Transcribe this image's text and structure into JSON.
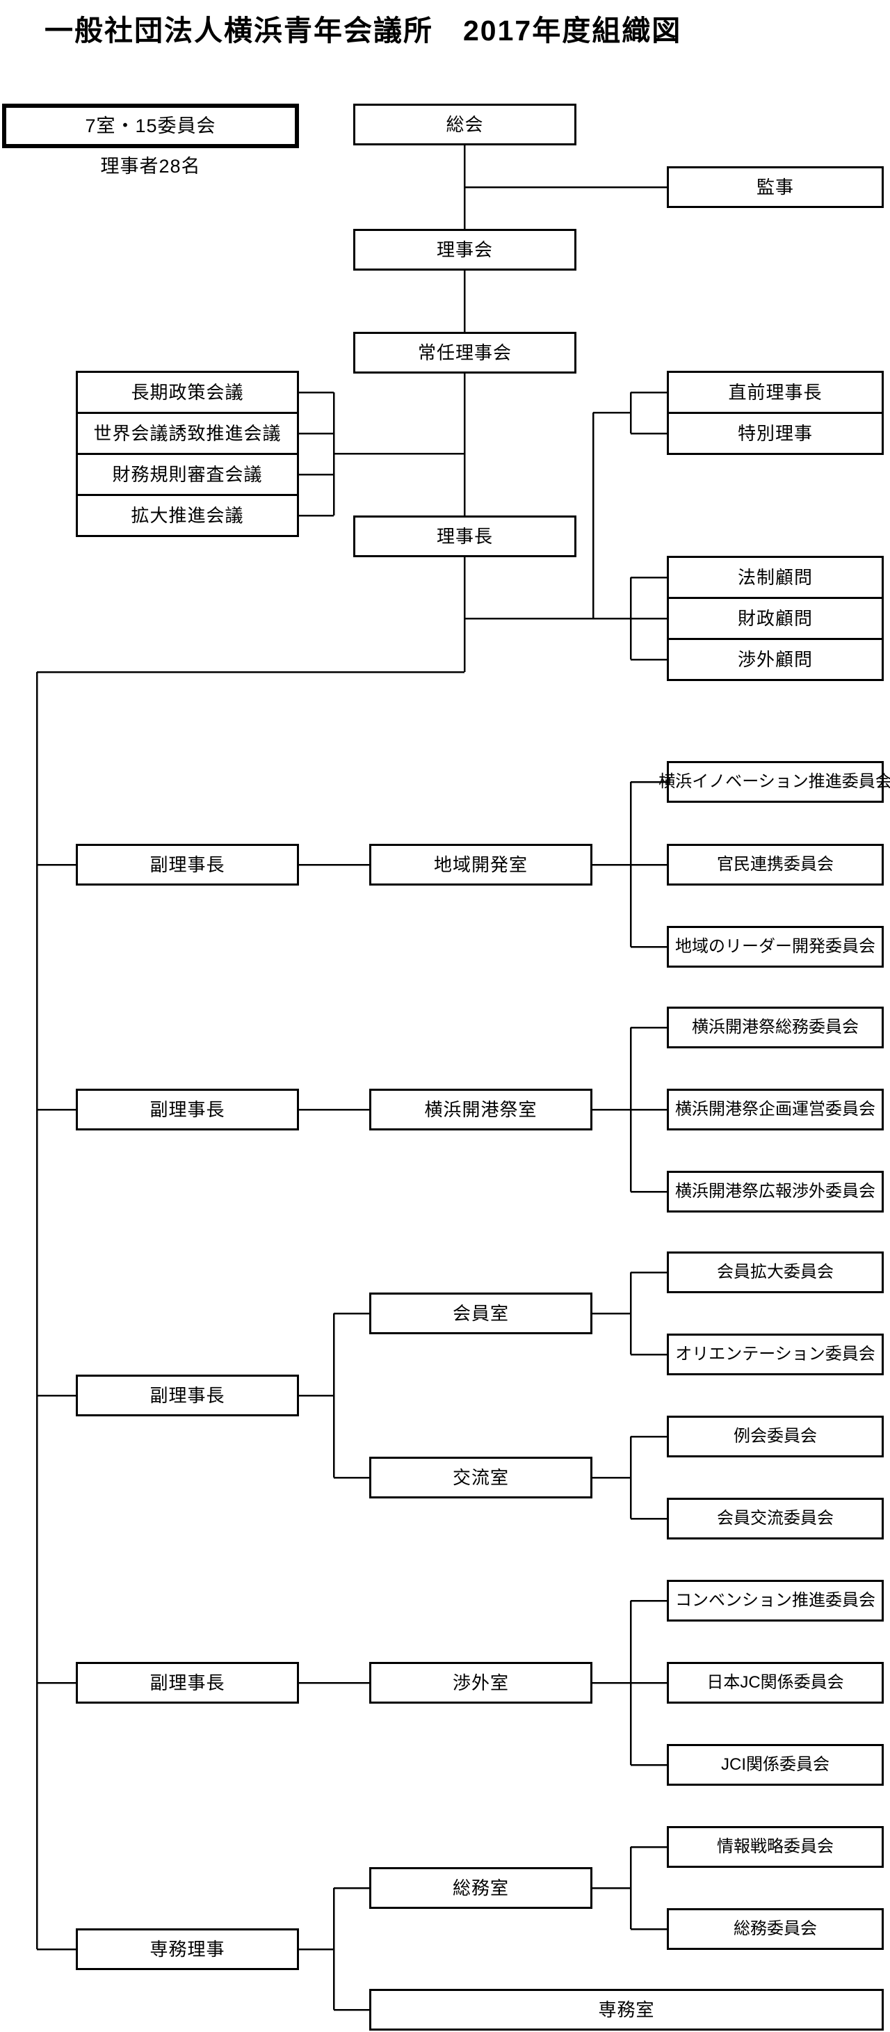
{
  "title": "一般社団法人横浜青年会議所　2017年度組織図",
  "legend": {
    "label": "7室・15委員会",
    "note": "理事者28名"
  },
  "top": {
    "general_assembly": "総会",
    "auditor": "監事",
    "board": "理事会",
    "standing_board": "常任理事会",
    "president": "理事長"
  },
  "councils": [
    "長期政策会議",
    "世界会議誘致推進会議",
    "財務規則審査会議",
    "拡大推進会議"
  ],
  "senior_advisors": [
    "直前理事長",
    "特別理事"
  ],
  "advisors": [
    "法制顧問",
    "財政顧問",
    "渉外顧問"
  ],
  "branches": [
    {
      "head": "副理事長",
      "rooms": [
        {
          "name": "地域開発室",
          "committees": [
            "横浜イノベーション推進委員会",
            "官民連携委員会",
            "地域のリーダー開発委員会"
          ]
        }
      ]
    },
    {
      "head": "副理事長",
      "rooms": [
        {
          "name": "横浜開港祭室",
          "committees": [
            "横浜開港祭総務委員会",
            "横浜開港祭企画運営委員会",
            "横浜開港祭広報渉外委員会"
          ]
        }
      ]
    },
    {
      "head": "副理事長",
      "rooms": [
        {
          "name": "会員室",
          "committees": [
            "会員拡大委員会",
            "オリエンテーション委員会"
          ]
        },
        {
          "name": "交流室",
          "committees": [
            "例会委員会",
            "会員交流委員会"
          ]
        }
      ]
    },
    {
      "head": "副理事長",
      "rooms": [
        {
          "name": "渉外室",
          "committees": [
            "コンベンション推進委員会",
            "日本JC関係委員会",
            "JCI関係委員会"
          ]
        }
      ]
    },
    {
      "head": "専務理事",
      "rooms": [
        {
          "name": "総務室",
          "committees": [
            "情報戦略委員会",
            "総務委員会"
          ]
        },
        {
          "name": "専務室",
          "committees": []
        }
      ]
    }
  ],
  "colors": {
    "line": "#000000",
    "box_background": "#ffffff",
    "text": "#000000"
  }
}
